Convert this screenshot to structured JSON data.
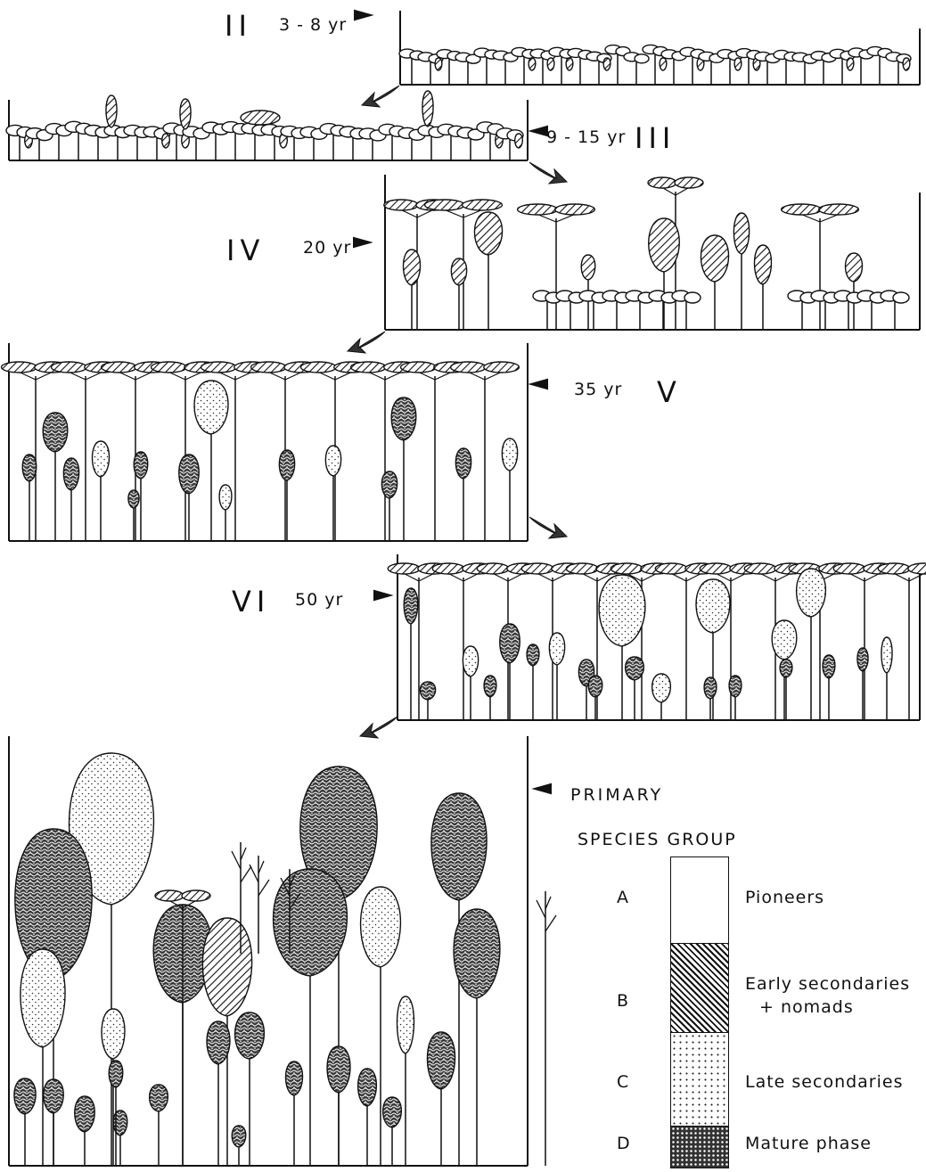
{
  "stages": [
    {
      "numeral": "II",
      "age": "3 - 8 yr"
    },
    {
      "numeral": "III",
      "age": "9 - 15 yr"
    },
    {
      "numeral": "IV",
      "age": "20 yr"
    },
    {
      "numeral": "V",
      "age": "35 yr"
    },
    {
      "numeral": "VI",
      "age": "50 yr"
    },
    {
      "numeral": "",
      "age": "PRIMARY"
    }
  ],
  "legend": {
    "title": "SPECIES GROUP",
    "groups": [
      {
        "letter": "A",
        "label_lines": [
          "Pioneers"
        ],
        "pattern": "blank"
      },
      {
        "letter": "B",
        "label_lines": [
          "Early secondaries",
          "+ nomads"
        ],
        "pattern": "hatched"
      },
      {
        "letter": "C",
        "label_lines": [
          "Late secondaries"
        ],
        "pattern": "stippled"
      },
      {
        "letter": "D",
        "label_lines": [
          "Mature phase"
        ],
        "pattern": "vermiculate"
      }
    ]
  },
  "colors": {
    "ink": "#111111",
    "paper": "#ffffff"
  }
}
